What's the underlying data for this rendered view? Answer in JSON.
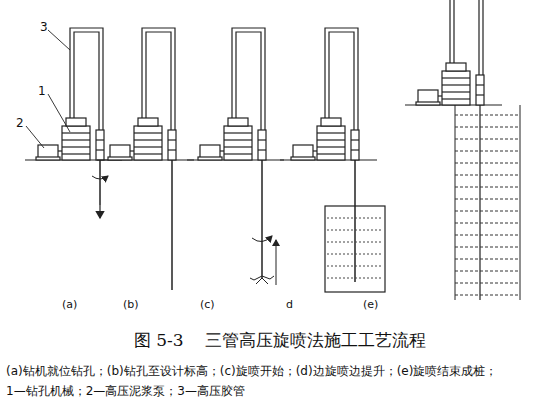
{
  "diagram": {
    "caption": "图 5-3    三管高压旋喷法施工工艺流程",
    "labels": [
      "3",
      "1",
      "2",
      "(a)",
      "(b)",
      "(c)",
      "d",
      "(e)",
      "(a)钻机就位钻孔；(b)钻孔至设计标高；(c)旋喷开始；(d)边旋喷边提升；(e)旋喷结束成桩；",
      "1—钻孔机械；2—高压泥浆泵；3—高压胶管"
    ]
  }
}
